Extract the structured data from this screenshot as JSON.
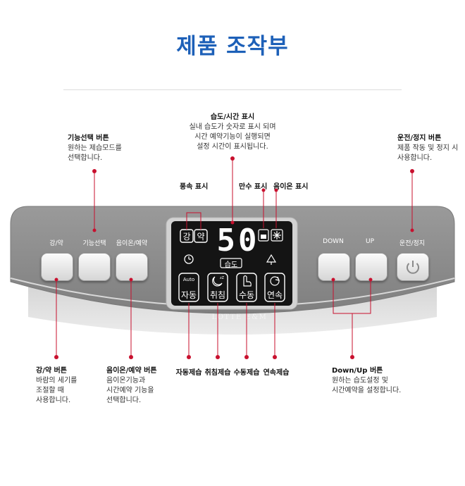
{
  "title": "제품 조작부",
  "annotations": {
    "humidity_display": {
      "heading": "습도/시간 표시",
      "lines": [
        "실내 습도가 숫자로 표시 되며",
        "시간 예약기능이 실행되면",
        "설정 시간이 표시됩니다."
      ]
    },
    "function_button": {
      "heading": "기능선택 버튼",
      "lines": [
        "원하는 제습모드를",
        "선택합니다."
      ]
    },
    "power_button": {
      "heading": "운전/정지 버튼",
      "lines": [
        "제품 작동 및 정지 시",
        "사용합니다."
      ]
    },
    "fan_display": {
      "heading": "풍속 표시"
    },
    "full_display": {
      "heading": "만수 표시"
    },
    "ion_display": {
      "heading": "음이온 표시"
    },
    "strength_button": {
      "heading": "강/약 버튼",
      "lines": [
        "바람의 세기를",
        "조절할 때",
        "사용합니다."
      ]
    },
    "ion_button": {
      "heading": "음이온/예약 버튼",
      "lines": [
        "음이온기능과",
        "시간예약 기능을",
        "선택합니다."
      ]
    },
    "auto_mode": {
      "heading": "자동제습"
    },
    "sleep_mode": {
      "heading": "취침제습"
    },
    "manual_mode": {
      "heading": "수동제습"
    },
    "continuous_mode": {
      "heading": "연속제습"
    },
    "downup_button": {
      "heading": "Down/Up 버튼",
      "lines": [
        "원하는 습도설정 및",
        "시간예약을 설정합니다."
      ]
    }
  },
  "panel": {
    "buttons": {
      "strength": "강/약",
      "function": "기능선택",
      "ion": "음이온/예약",
      "down": "DOWN",
      "up": "UP",
      "power": "운전/정지"
    },
    "brand": "LOTTE E&M",
    "lcd": {
      "digits": "50",
      "unit": "습도",
      "strong": "강",
      "weak": "약",
      "modes": {
        "auto": "자동",
        "auto_badge": "Auto",
        "sleep": "취침",
        "manual": "수동",
        "continuous": "연속"
      }
    }
  },
  "colors": {
    "accent": "#1d60b8",
    "pointer": "#c8102e",
    "panel": "#8f8f8f",
    "lcd": "#141414"
  }
}
